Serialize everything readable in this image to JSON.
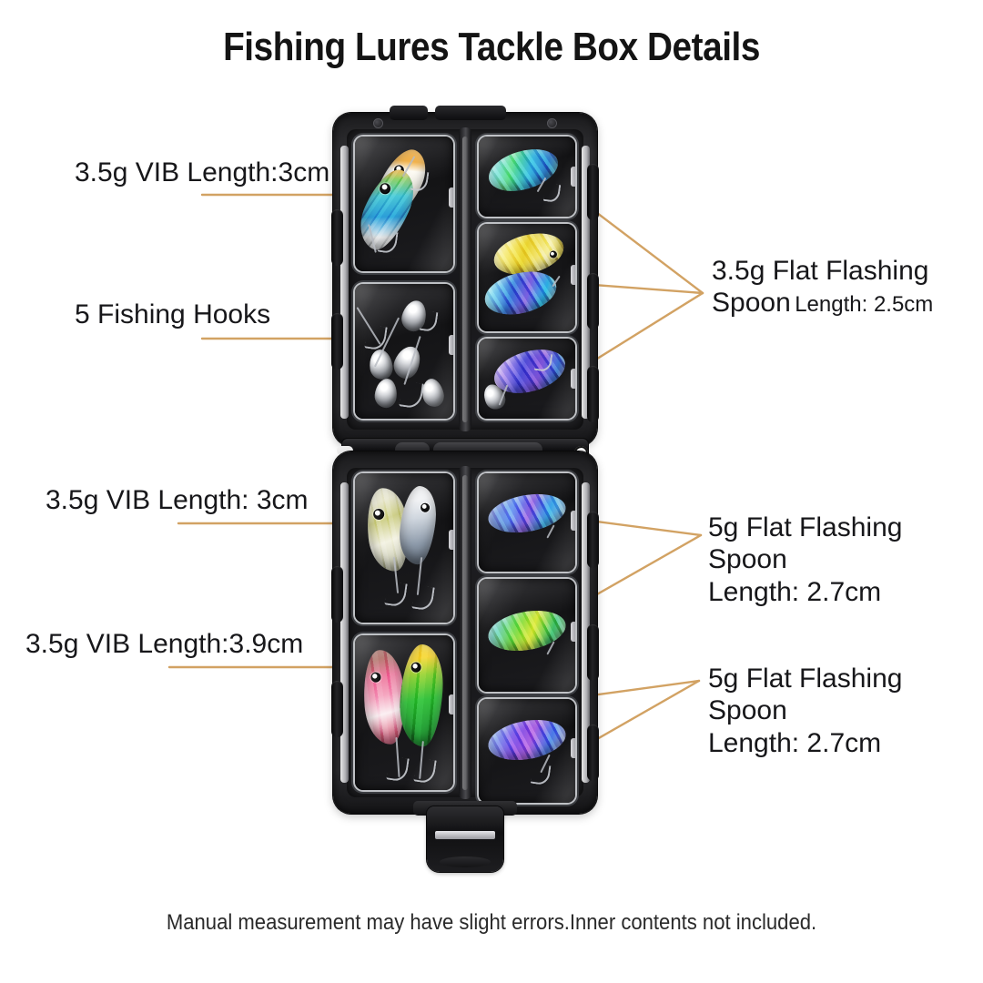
{
  "header": {
    "title": "Fishing Lures Tackle Box Details"
  },
  "footer": {
    "note": "Manual measurement may have slight errors.Inner contents not included."
  },
  "theme": {
    "background": "#ffffff",
    "text_color": "#17171a",
    "leader_color": "#d2a263",
    "box_body": "#1f1f22"
  },
  "callouts": [
    {
      "id": "vib-top",
      "text": "3.5g VIB Length:3cm",
      "side": "left",
      "target": "top-left-vib-compartment"
    },
    {
      "id": "hooks",
      "text": "5 Fishing Hooks",
      "side": "left",
      "target": "top-left-hooks-compartment"
    },
    {
      "id": "vib-mid",
      "text": "3.5g VIB Length: 3cm",
      "side": "left",
      "target": "bottom-left-upper-vib-compartment"
    },
    {
      "id": "vib-bot",
      "text": "3.5g VIB Length:3.9cm",
      "side": "left",
      "target": "bottom-left-lower-vib-compartment"
    },
    {
      "id": "spoon-35",
      "main": "3.5g Flat Flashing",
      "main2": "Spoon",
      "sub": "Length: 2.5cm",
      "side": "right",
      "target": "top-right-spoon-compartments"
    },
    {
      "id": "spoon-5-a",
      "line1": "5g Flat Flashing Spoon",
      "line2": "Length: 2.7cm",
      "side": "right",
      "target": "bottom-right-upper-spoon-compartments"
    },
    {
      "id": "spoon-5-b",
      "line1": "5g Flat Flashing Spoon",
      "line2": "Length: 2.7cm",
      "side": "right",
      "target": "bottom-right-lower-spoon-compartment"
    }
  ],
  "product": {
    "name": "Fishing Lures Tackle Box",
    "halves": [
      {
        "id": "top-half",
        "compartments": [
          {
            "id": "t-l1",
            "column": "left",
            "contents": "2 VIB lures (orange/white and blue/teal)"
          },
          {
            "id": "t-l2",
            "column": "left",
            "contents": "5 silver jig heads with hooks"
          },
          {
            "id": "t-r1",
            "column": "right",
            "contents": "teal-green striped flashing spoon"
          },
          {
            "id": "t-r2",
            "column": "right",
            "contents": "yellow striped spoon and blue striped spoon"
          },
          {
            "id": "t-r3",
            "column": "right",
            "contents": "purple striped flashing spoon with hooks"
          }
        ]
      },
      {
        "id": "bottom-half",
        "compartments": [
          {
            "id": "b-l1",
            "column": "left",
            "contents": "olive-white VIB lure and grey-blue VIB lure"
          },
          {
            "id": "b-l2",
            "column": "left",
            "contents": "pink trout VIB lure and green firetiger VIB lure"
          },
          {
            "id": "b-r1",
            "column": "right",
            "contents": "blue striped flashing spoon"
          },
          {
            "id": "b-r2",
            "column": "right",
            "contents": "green-yellow striped flashing spoon"
          },
          {
            "id": "b-r3",
            "column": "right",
            "contents": "purple-blue striped flashing spoon"
          }
        ]
      }
    ],
    "hardware": {
      "latch": "front buckle clasp",
      "hinge": "center barrel hinge",
      "lanyard_hole": "lanyard hole"
    }
  }
}
